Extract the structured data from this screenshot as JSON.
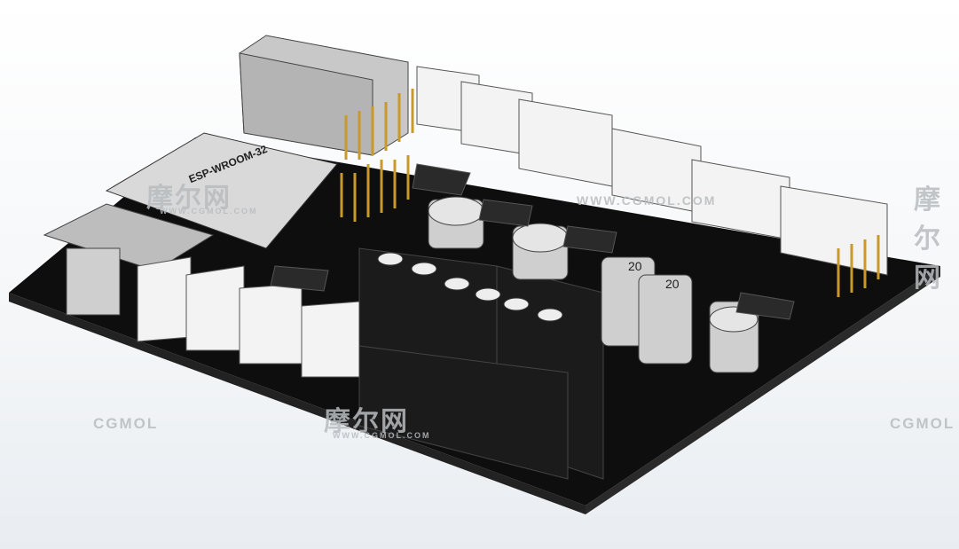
{
  "render": {
    "subject": "pcb-3d-model",
    "module_label": "ESP-WROOM-32",
    "capacitor_labels": [
      "20",
      "20"
    ],
    "colors": {
      "board": "#111111",
      "connector": "#f2f2f2",
      "terminal_block": "#1a1a1a",
      "pins": "#d4a838",
      "module_shield": "#d9d9d9"
    }
  },
  "watermarks": {
    "cn": "摩尔网",
    "brand": "CGMOL",
    "url": "WWW.CGMOL.COM"
  }
}
